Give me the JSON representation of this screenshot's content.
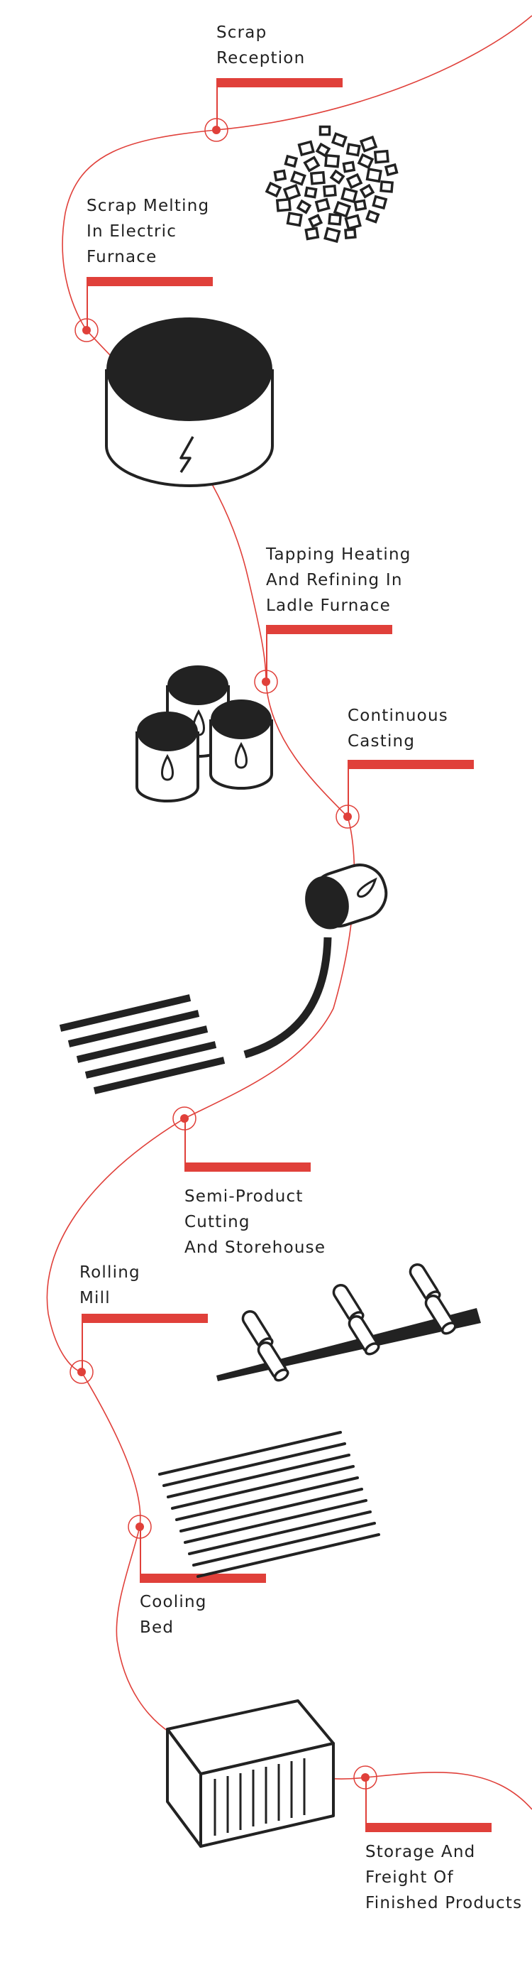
{
  "colors": {
    "accent": "#e0403a",
    "ink": "#222222",
    "background": "#ffffff"
  },
  "stages": [
    {
      "id": "scrap-reception",
      "icon": "scrap-pile-icon",
      "lines": [
        "Scrap",
        "Reception"
      ]
    },
    {
      "id": "electric-furnace",
      "icon": "electric-furnace-icon",
      "lines": [
        "Scrap Melting",
        "In Electric",
        "Furnace"
      ]
    },
    {
      "id": "ladle-furnace",
      "icon": "ladle-pots-icon",
      "lines": [
        "Tapping Heating",
        "And Refining In",
        "Ladle Furnace"
      ]
    },
    {
      "id": "continuous-casting",
      "icon": "casting-ladle-icon",
      "lines": [
        "Continuous",
        "Casting"
      ]
    },
    {
      "id": "semi-product",
      "icon": "billet-bars-icon",
      "lines": [
        "Semi-Product",
        "Cutting",
        "And Storehouse"
      ]
    },
    {
      "id": "rolling-mill",
      "icon": "rolling-mill-icon",
      "lines": [
        "Rolling",
        "Mill"
      ]
    },
    {
      "id": "cooling-bed",
      "icon": "cooling-bed-icon",
      "lines": [
        "Cooling",
        "Bed"
      ]
    },
    {
      "id": "storage-freight",
      "icon": "shipping-container-icon",
      "lines": [
        "Storage And",
        "Freight Of",
        "Finished Products"
      ]
    }
  ]
}
